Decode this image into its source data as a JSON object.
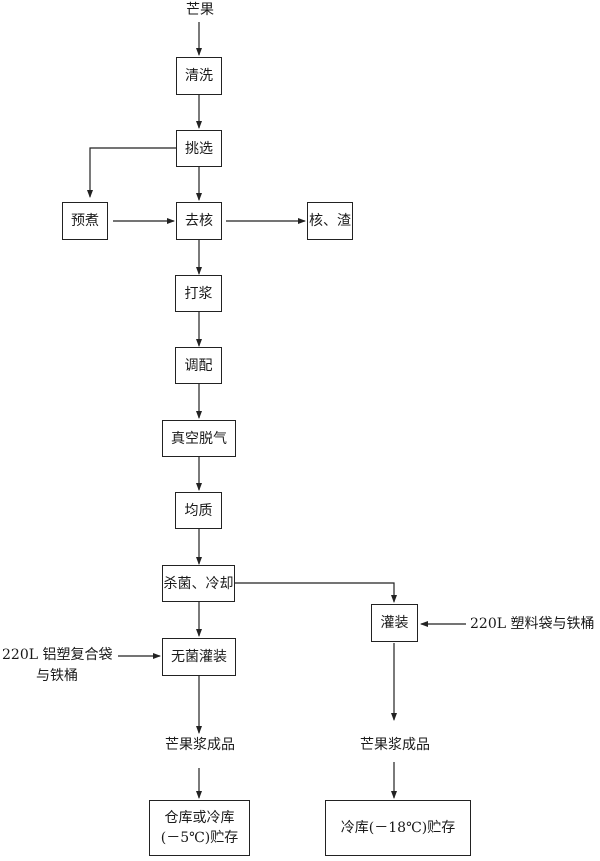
{
  "diagram": {
    "start": "芒果",
    "steps": {
      "wash": "清洗",
      "sort": "挑选",
      "precook": "预煮",
      "pit": "去核",
      "waste": "核、渣",
      "pulp": "打浆",
      "blend": "调配",
      "deaerate": "真空脱气",
      "homogenize": "均质",
      "sterilize": "杀菌、冷却",
      "aseptic_fill": "无菌灌装",
      "fill": "灌装"
    },
    "inputs": {
      "aseptic_pack_line1": "220L 铝塑复合袋",
      "aseptic_pack_line2": "与铁桶",
      "plastic_pack": "220L 塑料袋与铁桶"
    },
    "outputs": {
      "product_left": "芒果浆成品",
      "product_right": "芒果浆成品",
      "storage_left_line1": "仓库或冷库",
      "storage_left_line2": "(－5℃)贮存",
      "storage_right": "冷库(－18℃)贮存"
    },
    "colors": {
      "line": "#222222",
      "text": "#1a1a1a"
    }
  }
}
